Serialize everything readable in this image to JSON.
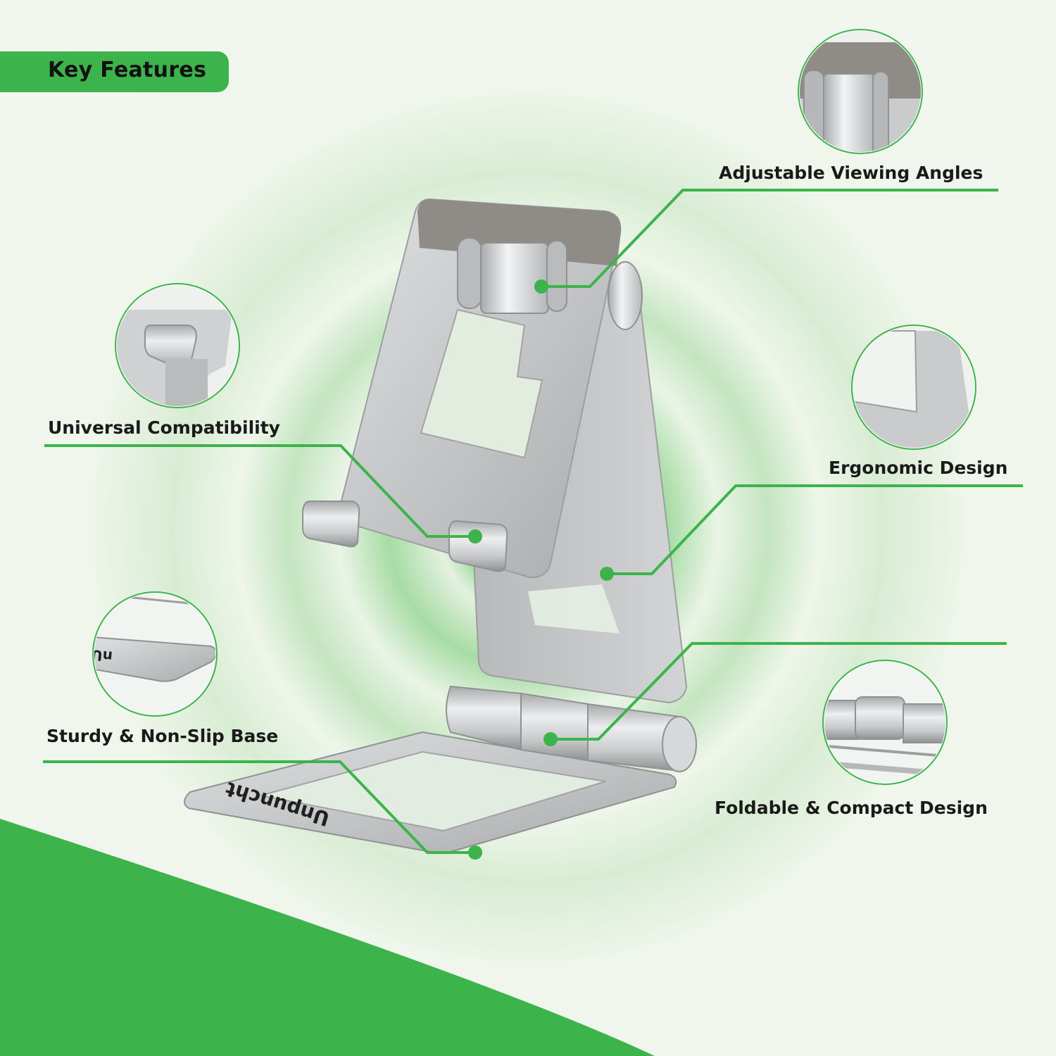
{
  "header": {
    "title": "Key Features"
  },
  "product": {
    "brand_logo": "Unpuncht"
  },
  "features": [
    {
      "id": "adjustable",
      "label": "Adjustable Viewing Angles"
    },
    {
      "id": "universal",
      "label": "Universal Compatibility"
    },
    {
      "id": "ergonomic",
      "label": "Ergonomic Design"
    },
    {
      "id": "sturdy",
      "label": "Sturdy & Non-Slip Base"
    },
    {
      "id": "foldable",
      "label": "Foldable & Compact Design"
    }
  ],
  "colors": {
    "accent": "#3cb44b",
    "background": "#eef4ea",
    "text": "#1a1a1a",
    "metal": "#c4c6c8"
  }
}
